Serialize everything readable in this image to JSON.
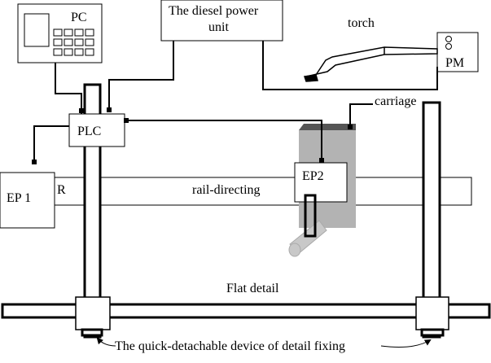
{
  "labels": {
    "pc": "PC",
    "diesel_line1": "The diesel power",
    "diesel_line2": "unit",
    "torch": "torch",
    "pm": "PM",
    "carriage": "carriage",
    "plc": "PLC",
    "ep1": "EP 1",
    "ep2": "EP2",
    "rail_r": "R",
    "rail_directing": "rail-directing",
    "flat_detail": "Flat detail",
    "fixing_device": "The quick-detachable device of detail fixing"
  },
  "colors": {
    "line": "#000000",
    "background": "#ffffff",
    "carriage_fill": "#b3b3b3",
    "carriage_top": "#555555",
    "torch_tip": "#c8c8c8"
  }
}
